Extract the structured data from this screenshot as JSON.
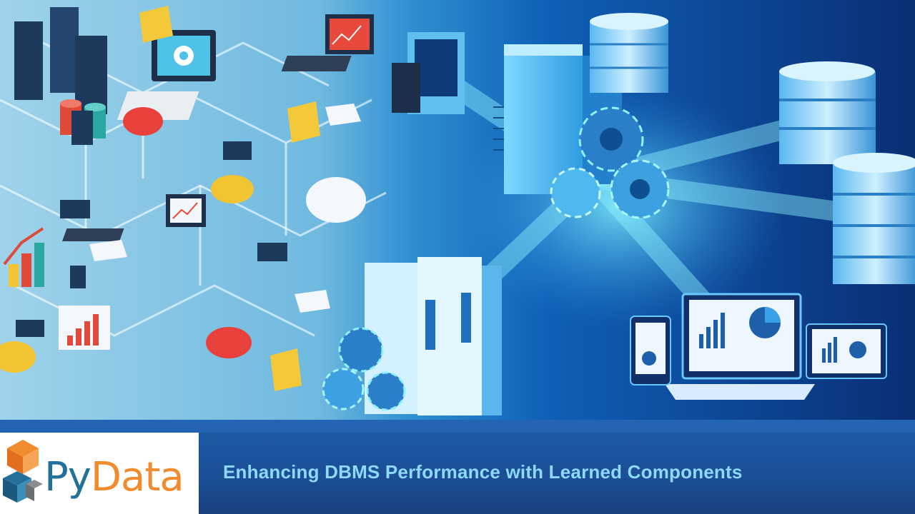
{
  "banner": {
    "logo": {
      "part1": "Py",
      "part2": "Data",
      "icon": "pydata-cube-icon"
    },
    "title": "Enhancing DBMS Performance with Learned Components"
  },
  "colors": {
    "logo_blue": "#23719a",
    "logo_orange": "#f08c2d",
    "title_text": "#8fd8ff",
    "banner_bg": "#1b4f96"
  }
}
